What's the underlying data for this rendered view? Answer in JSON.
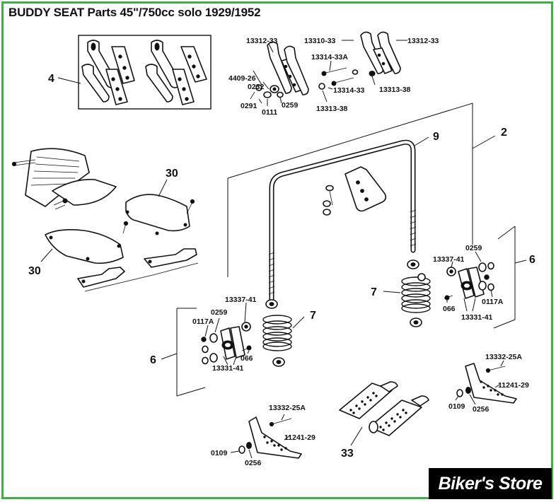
{
  "title": "BUDDY SEAT Parts 45\"/750cc solo 1929/1952",
  "brand_logo": "Biker's Store",
  "accent_color": "#3cb043",
  "callouts": {
    "c4": "4",
    "c2": "2",
    "c9": "9",
    "c30a": "30",
    "c30b": "30",
    "c6a": "6",
    "c6b": "6",
    "c7a": "7",
    "c7b": "7",
    "c33": "33"
  },
  "parts": {
    "p13312_33a": "13312-33",
    "p13310_33": "13310-33",
    "p13312_33b": "13312-33",
    "p13314_33a": "13314-33A",
    "p4409_26": "4409-26",
    "p0232": "0232",
    "p13314_33": "13314-33",
    "p13313_38a": "13313-38",
    "p0291": "0291",
    "p0111": "0111",
    "p0259a": "0259",
    "p13313_38b": "13313-38",
    "p0259b": "0259",
    "p13337_41a": "13337-41",
    "p0117a_a": "0117A",
    "p066a": "066",
    "p13331_41a": "13331-41",
    "p13337_41b": "13337-41",
    "p0259c": "0259",
    "p0117a_b": "0117A",
    "p066b": "066",
    "p13331_41b": "13331-41",
    "p13332_25a_a": "13332-25A",
    "p11241_29a": "11241-29",
    "p0109a": "0109",
    "p0256a": "0256",
    "p13332_25a_b": "13332-25A",
    "p11241_29b": "11241-29",
    "p0109b": "0109",
    "p0256b": "0256"
  }
}
